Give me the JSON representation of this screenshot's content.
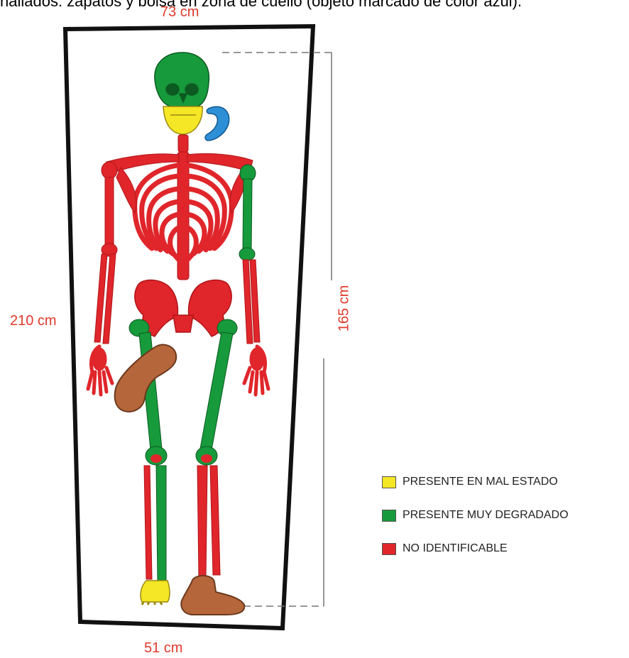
{
  "caption": "hallados: zapatos y bolsa en zona de cuello (objeto marcado de color azul).",
  "dimensions": {
    "top": "73 cm",
    "bottom": "51 cm",
    "left": "210 cm",
    "right": "165 cm"
  },
  "legend": [
    {
      "label": "PRESENTE EN MAL ESTADO",
      "color": "#f5e626"
    },
    {
      "label": "PRESENTE MUY DEGRADADO",
      "color": "#179a3b"
    },
    {
      "label": "NO IDENTIFICABLE",
      "color": "#e0262b"
    }
  ],
  "colors": {
    "bone_red": "#e0262b",
    "bone_green": "#179a3b",
    "bone_yellow": "#f5e626",
    "object_blue": "#2d8fd6",
    "shoe_brown": "#b5663a",
    "coffin_outline": "#111111",
    "dimension_text": "#e03a2b"
  }
}
